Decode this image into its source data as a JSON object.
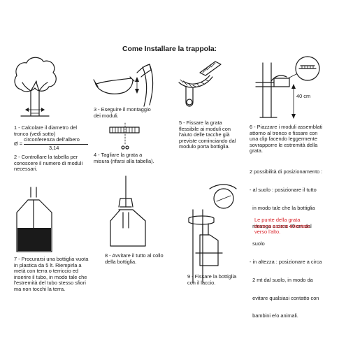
{
  "title": "Come Installare la trappola:",
  "step1": {
    "lines": [
      "1 - Calcolare il diametro del",
      "tronco (vedi sotto)"
    ],
    "formula_lhs": "Ø =",
    "formula_num": "circonferenza dell'albero",
    "formula_den": "3,14"
  },
  "step2": {
    "lines": [
      "2 - Controllare la tabella per",
      "conoscere il numero di moduli",
      "necessari."
    ]
  },
  "step3": {
    "lines": [
      "3 - Eseguire il montaggio",
      "dei moduli."
    ]
  },
  "step4": {
    "lines": [
      "4 - Tagliare la grata a",
      "misura (rifarsi alla tabella)."
    ]
  },
  "step5": {
    "lines": [
      "5 - Fissare la grata",
      "flessibile ai moduli con",
      "l'aiuto delle tacche già",
      "previste cominciando dal",
      "modulo porta bottiglia."
    ]
  },
  "step6": {
    "lines": [
      "6 - Piazzare i moduli assemblati",
      "attorno al tronco e fissare con",
      "una clip facendo leggermente",
      "sovrapporre le estremità della",
      "grata."
    ],
    "measure": "40 cm"
  },
  "positions": {
    "lines": [
      "2 possibilità di posizionamento :",
      "- al suolo : posizionare il tutto",
      "  in modo tale che la bottiglia",
      "  rimanga a circa 40 cm dal",
      "  suolo",
      "- in altezza : posizionare a circa",
      "  2 mt dal suolo, in modo da",
      "  evitare qualsiasi contatto con",
      "  bambini e/o animali."
    ],
    "warning": [
      "Le punte della grata",
      "devono essere orientate",
      "verso l'alto."
    ]
  },
  "step7": {
    "lines": [
      "7 - Procurarsi una bottiglia vuota",
      "in plastica da 5 lt. Riempirla a",
      "metà con terra o terriccio ed",
      "inserire il tubo, in modo tale che",
      "l'estremità del tubo stesso sfiori",
      "ma non tocchi la terra."
    ]
  },
  "step8": {
    "lines": [
      "8 - Avvitare il tutto al collo",
      "della bottiglia."
    ]
  },
  "step9": {
    "lines": [
      "9 - Fissare la bottiglia",
      "con il laccio."
    ]
  }
}
